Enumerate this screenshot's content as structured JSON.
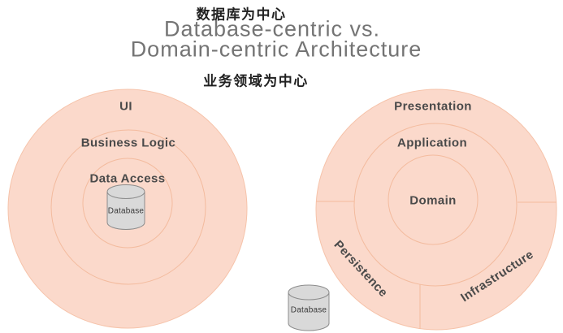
{
  "header": {
    "annotation_top": "数据库为中心",
    "title_line1": "Database-centric vs.",
    "title_line2": "Domain-centric Architecture",
    "annotation_bottom": "业务领域为中心"
  },
  "left_diagram": {
    "layers": [
      "UI",
      "Business Logic",
      "Data Access"
    ],
    "database_label": "Database"
  },
  "right_diagram": {
    "layers": [
      "Presentation",
      "Application",
      "Domain"
    ],
    "outer_segments": [
      "Persistence",
      "Infrastructure"
    ],
    "external_database_label": "Database"
  },
  "colors": {
    "circle_fill": "#fbd9cb",
    "circle_edge": "#f6c3aa",
    "ring_line": "#f3bb9e",
    "layer_label": "#4a4a4a",
    "title_text": "#747474",
    "annotation_text": "#212121",
    "cylinder_fill": "#d9d9d9",
    "cylinder_stroke": "#8c8c8c",
    "database_label": "#3a3a3a"
  }
}
